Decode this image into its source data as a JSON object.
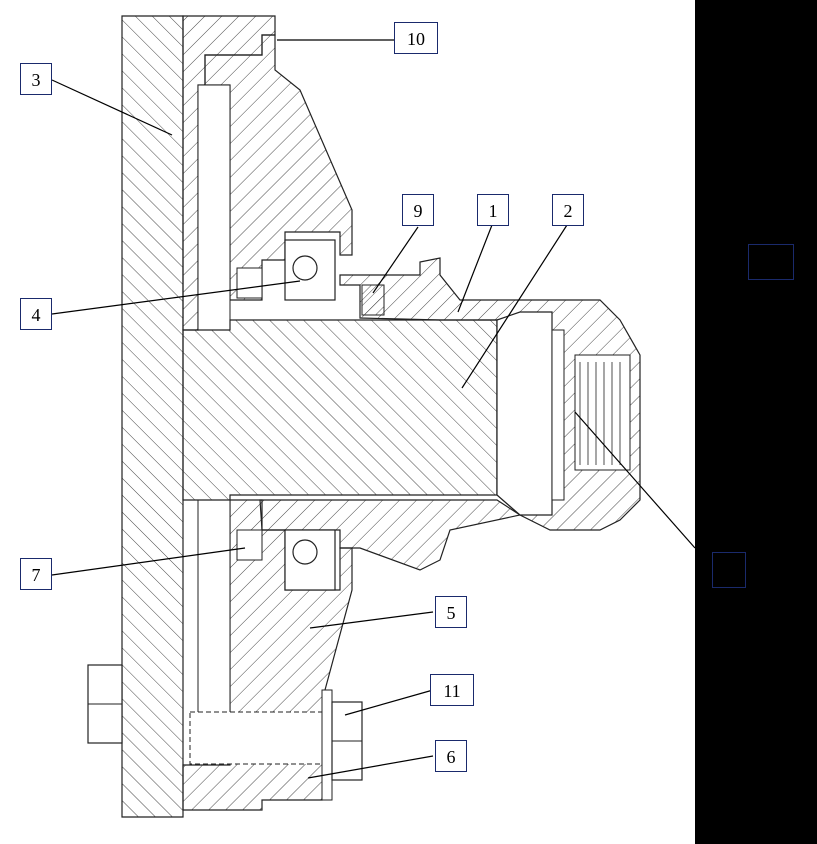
{
  "callouts": {
    "c1": "1",
    "c2": "2",
    "c3": "3",
    "c4": "4",
    "c5": "5",
    "c6": "6",
    "c7": "7",
    "c9": "9",
    "c10": "10",
    "c11": "11"
  },
  "colors": {
    "line": "#222222",
    "callout_border": "#1a2a6c",
    "panel": "#000000"
  }
}
